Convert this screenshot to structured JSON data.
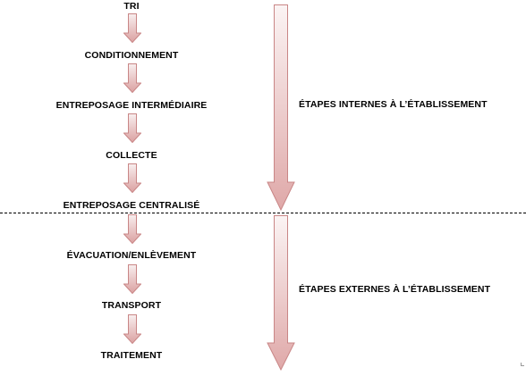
{
  "steps": [
    {
      "label": "TRI"
    },
    {
      "label": "CONDITIONNEMENT"
    },
    {
      "label": "ENTREPOSAGE INTERMÉDIAIRE"
    },
    {
      "label": "COLLECTE"
    },
    {
      "label": "ENTREPOSAGE CENTRALISÉ"
    },
    {
      "label": "ÉVACUATION/ENLÈVEMENT"
    },
    {
      "label": "TRANSPORT"
    },
    {
      "label": "TRAITEMENT"
    }
  ],
  "internal_label": "ÉTAPES INTERNES À L’ÉTABLISSEMENT",
  "external_label": "ÉTAPES EXTERNES À L’ÉTABLISSEMENT",
  "colors": {
    "arrow_fill_top": "#f7eded",
    "arrow_fill_bottom": "#dca2a2",
    "arrow_stroke": "#c98686"
  }
}
